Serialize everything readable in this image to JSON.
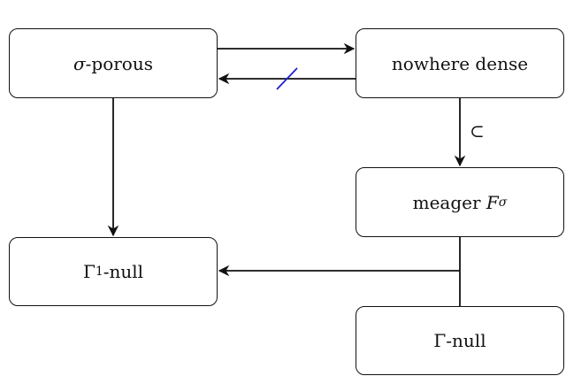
{
  "nodes": {
    "sigma_porous": {
      "symbol": "σ",
      "text": "-porous"
    },
    "nowhere_dense": {
      "text": "nowhere dense"
    },
    "meager": {
      "text": "meager ",
      "symbol": "F",
      "subscript": "σ"
    },
    "gamma1_null": {
      "symbol": "Γ",
      "subscript": "1",
      "text": "-null"
    },
    "gamma_null": {
      "symbol": "Γ",
      "text": "-null"
    }
  },
  "edges": {
    "subset_label": "⊂"
  },
  "colors": {
    "line": "#111111",
    "negation_slash": "#1f1fd6"
  }
}
